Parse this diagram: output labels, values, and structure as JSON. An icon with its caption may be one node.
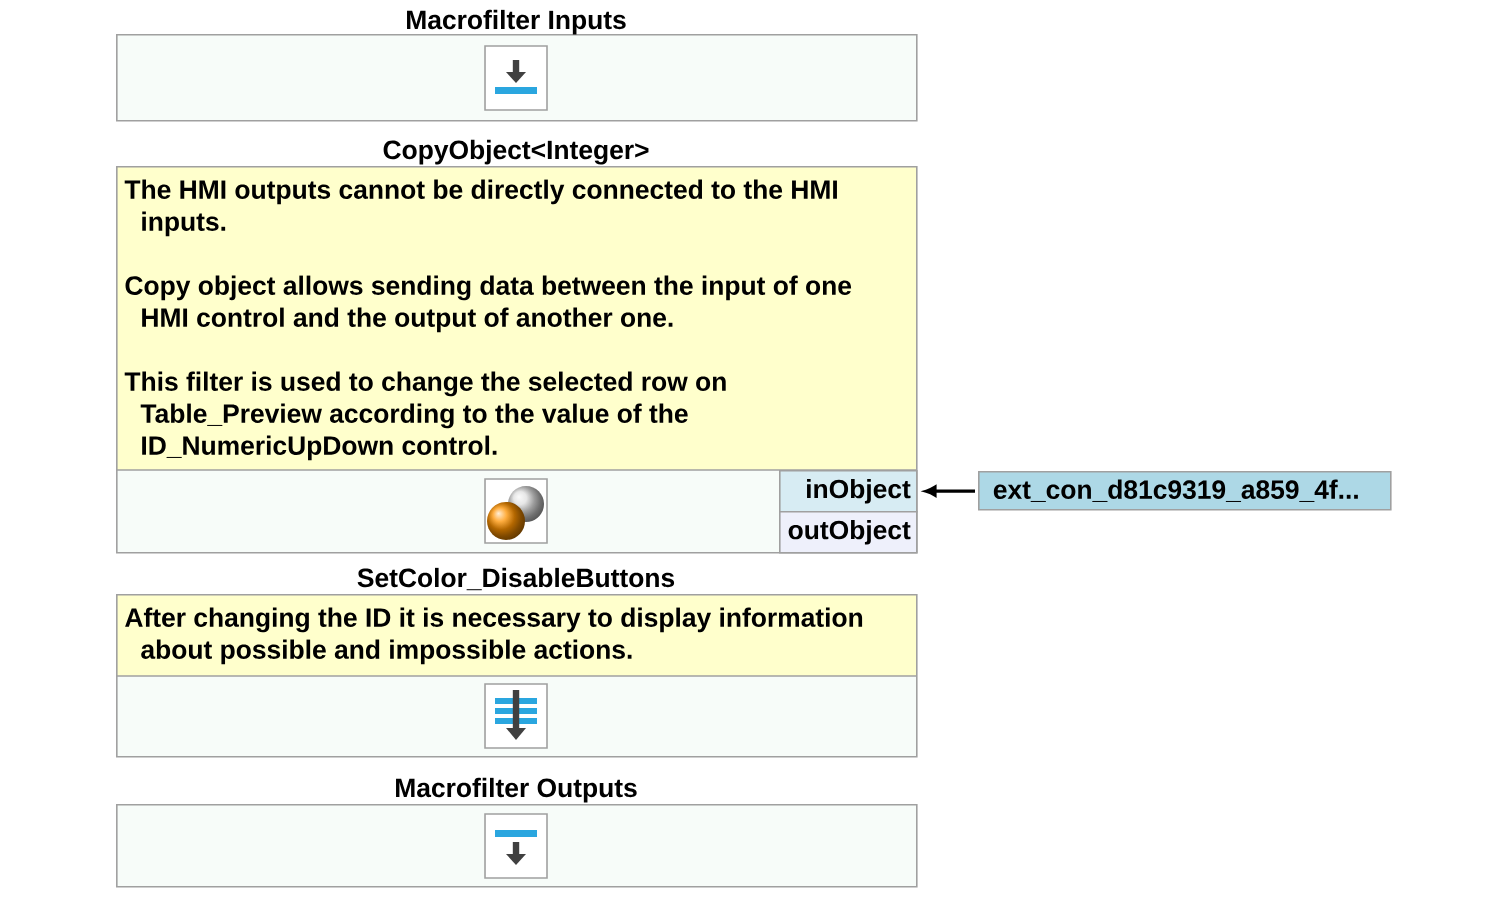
{
  "diagram": {
    "nodes": [
      {
        "text": [
          "Macrofilter Inputs"
        ]
      },
      {
        "text": [
          "CopyObject<Integer>",
          "The HMI outputs cannot be directly connected to the HMI inputs.",
          "Copy object allows sending data between the input of one HMI control and the output of another one.",
          "This filter is used to change the selected row on Table_Preview according to the value of the ID_NumericUpDown control."
        ]
      },
      {
        "text": [
          "inObject"
        ],
        "in": 1
      },
      {
        "text": [
          "outObject"
        ],
        "in": 1
      },
      {
        "text": [
          "ext_con_d81c9319_a859_4f..."
        ]
      },
      {
        "text": [
          "SetColor_DisableButtons",
          "After changing the ID it is necessary to display information about possible and impossible actions."
        ]
      },
      {
        "text": [
          "Macrofilter Outputs"
        ]
      }
    ],
    "edges": [
      {
        "from": 4,
        "to": 2,
        "arrow": "to"
      }
    ]
  }
}
